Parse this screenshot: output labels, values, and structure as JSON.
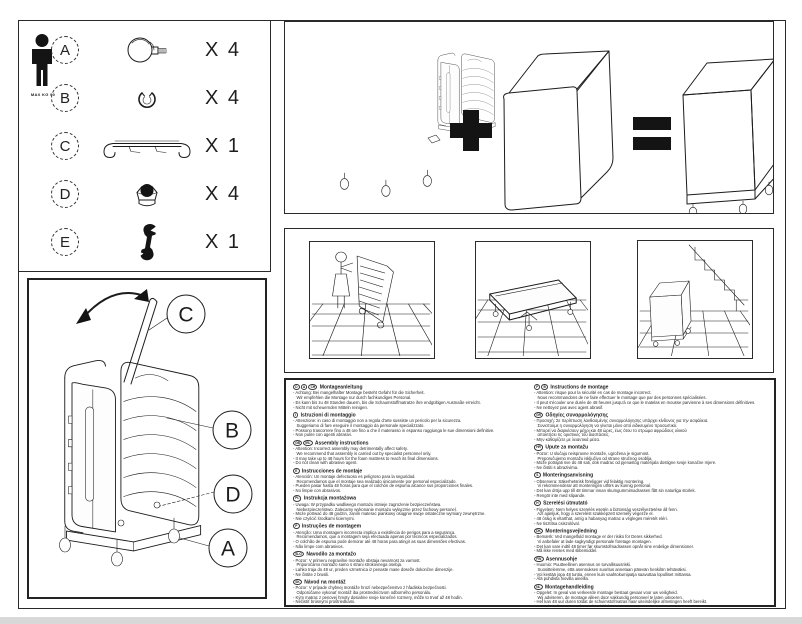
{
  "parts_panel": {
    "person_caption": "MAX KG 90",
    "rows": [
      {
        "letter": "A",
        "part": "caster-wheel",
        "qty": "X 4"
      },
      {
        "letter": "B",
        "part": "clip",
        "qty": "X 4"
      },
      {
        "letter": "C",
        "part": "crossbar",
        "qty": "X 1"
      },
      {
        "letter": "D",
        "part": "cap-nut",
        "qty": "X 4"
      },
      {
        "letter": "E",
        "part": "wrench",
        "qty": "X 1"
      }
    ]
  },
  "equation_panel": {
    "plus": "+",
    "equals": "="
  },
  "assembly_diagram": {
    "callouts": [
      "C",
      "B",
      "D",
      "A"
    ]
  },
  "instructions": {
    "columns": [
      [
        {
          "codes": [
            "D",
            "A",
            "CH"
          ],
          "title": "Montageanleitung",
          "lines": [
            "- Achtung: Bei mangelhafter Montage besteht Gefahr für die Sicherheit.",
            "   Wir empfehlen die Montage nur durch fachkundiges Personal.",
            "- Es kann bis zu 48 Stunden dauern, bis die Schaumstoffmatratze ihre endgültigen Ausmaße erreicht.",
            "- Nicht mit scheuernden Mitteln reinigen."
          ]
        },
        {
          "codes": [
            "I"
          ],
          "title": "Istruzioni di montaggio",
          "lines": [
            "- Attenzione: in caso di montaggio non a regola d'arte sussiste un pericolo per la sicurezza.",
            "   Suggeriamo di fare eseguire il montaggio da personale specializzato.",
            "- Possono trascorrere fino a 48 ore fino a che il materasso in espanso raggiunga le sue dimensioni definitive.",
            "- Non pulire con agenti abrasivi."
          ]
        },
        {
          "codes": [
            "GB",
            "IRL"
          ],
          "title": "Assembly instructions",
          "lines": [
            "- Attention: Incorrect assembly may detrimentally affect safety.",
            "   We recommend that assembly is carried out by specialist personnel only.",
            "- It may take up to 48 hours for the foam mattress to reach its final dimensions.",
            "- Do not clean with abrasive agent."
          ]
        },
        {
          "codes": [
            "E"
          ],
          "title": "Instrucciones de montaje",
          "lines": [
            "- Atención: Un montaje defectuoso es peligroso para la seguridad.",
            "   Recomendamos que el montaje sea realizado únicamente por personal especializado.",
            "- Pueden pasar hasta 48 horas para que el colchón de espuma alcance sus proporciones finales.",
            "- No limpie con abrasivos."
          ]
        },
        {
          "codes": [
            "PL"
          ],
          "title": "Instrukcja montażowa",
          "lines": [
            "- Uwaga: W przypadku wadliwego montażu istnieje zagrożenie bezpieczeństwa.",
            "   Niebezpieczeństwo. Zalecamy wykonanie montażu wyłącznie przez fachowy personel.",
            "- Może potrwać do 48 godzin, zanim materac piankowy osiągnie swoje ostateczne wymiary zewnętrzne.",
            "- Nie czyścić środkami ściernymi."
          ]
        },
        {
          "codes": [
            "P"
          ],
          "title": "Instruções de montagem",
          "lines": [
            "- Atenção: Uma montagem incorrecta implica a existência de perigos para a segurança.",
            "   Recomendamos, que a montagem seja efectuada apenas por técnicos especializados.",
            "- O colchão de espuma pode demorar até 48 horas para atingir as suas dimensões efectivas.",
            "- Não limpe com abrasivos."
          ]
        },
        {
          "codes": [
            "SLO"
          ],
          "title": "Navodilo za montažo",
          "lines": [
            "- Pozor: V primeru nepravilne montaže obstaja nevarnost za varnost.",
            "   Priporočamo montažo samo s strani strokovnega osebja.",
            "- Lahko traja do 48 ur, preden vzmetnica iz penaste mase doseže dokončne dimenzije.",
            "- Ne čistite z brusili."
          ]
        },
        {
          "codes": [
            "SK"
          ],
          "title": "Návod na montáž",
          "lines": [
            "- Pozor: V prípade chybnej montáže hrozí nebezpečenstvo z hľadiska bezpečnosti.",
            "   Odporúčame vykonať montáž iba prostredníctvom odborného personálu.",
            "- Kým matrac z penovej hmoty dosiahne svoje konečné rozmery, môže to trvať až 48 hodín.",
            "- Nečistiť brúsnymi prostriedkami."
          ]
        },
        {
          "codes": [
            "CZ"
          ],
          "title": "Montážní návod",
          "lines": [
            "- Pozor: Při chybné montáži existuje nebezpečí pro bezpečnost.",
            "   Doporučujeme montáž jen odborným personálem.",
            "- Může trvat až 48 hodin, než matrace z pěnové hmoty dosáhne konečných rozměrů.",
            "- Nečistit brusnými prostředky."
          ]
        }
      ],
      [
        {
          "codes": [
            "F",
            "B"
          ],
          "title": "Instructions de montage",
          "lines": [
            "- Attention: risque pour la sécurité en cas de montage incorrect.",
            "   Nous recommandons de ne faire effectuer le montage que par des personnes spécialisées.",
            "- Il peut s'écouler une durée de 48 heures jusqu'à ce que le matelas en mousse parvienne à ses dimensions définitives.",
            "- Ne nettoyez pas avec agent abrasif."
          ]
        },
        {
          "codes": [
            "GR"
          ],
          "title": "Οδηγίες συναρμολόγησης",
          "lines": [
            "- Προσοχή: Σε περίπτωση λανθασμένης συναρμολόγησης υπάρχει κίνδυνος για την ασφάλεια.",
            "   Συνιστούμε η συναρμολόγηση να γίνεται μόνο από ειδικευμένο προσωπικό.",
            "- Μπορεί να διαρκέσουν μέχρι και 48 ώρες, έως ότου το στρώμα αφρώδους υλικού",
            "   αποκτήσει τις οριστικές του διαστάσεις.",
            "- Μην καθαρίζετε με λειαντικά μέσα."
          ]
        },
        {
          "codes": [
            "HR"
          ],
          "title": "Upute za montažu",
          "lines": [
            "- Pozor: U slučaju neispravne montaže, ugrožena je sigurnost.",
            "   Preporučujemo montažu isključivo od strane stručnog osoblja.",
            "- Može potrajati sve do 48 sati, dok madrac od pjenastog materijala dostigne svoje konačne mjere.",
            "- Ne čistiti s abrazivima."
          ]
        },
        {
          "codes": [
            "S"
          ],
          "title": "Monteringsanvisning",
          "lines": [
            "- Observera: Säkerhetsrisk föreligger vid felaktig montering.",
            "   Vi rekommenderar att monteringen utförs av kunnig personal.",
            "- Det kan dröja upp till 48 timmar innan skumgummimadrassen fått sin naturliga storlek.",
            "- Rengör inte med slipande."
          ]
        },
        {
          "codes": [
            "H"
          ],
          "title": "Szerelési útmutató",
          "lines": [
            "- Figyelem: Nem helyes szerelés esetén a biztonság veszélyeztetése áll fenn.",
            "   Azt ajánljuk, hogy a szerelést szakképzett személy végezze el.",
            "- 48 óráig is eltarthat, amíg a habanyag matrac a végleges méretét eléri.",
            "- Ne tisztítsa csiszolóval."
          ]
        },
        {
          "codes": [
            "DK"
          ],
          "title": "Monteringsvejledning",
          "lines": [
            "- Bemærk: Ved mangelfuld montage er der risiko for Deres sikkerhed.",
            "   Vi anbefaler at lade sagkyndigt personale foretage montagen.",
            "- Det kan vare indtil 48 timer før skumstofmadrassen opnår sine endelige dimensioner.",
            "- Må ikke renses med slibemiddel."
          ]
        },
        {
          "codes": [
            "FIN"
          ],
          "title": "Asennusohje",
          "lines": [
            "- Huomio: Puutteellinen asennus on turvallisuusriski.",
            "   Suosittelemme, että asennuksen suoritus annetaan pätevän henkilön tehtäväksi.",
            "- Voi kestää jopa 48 tuntia, ennen kuin vaahtokumipatja saavuttaa lopulliset mittansa.",
            "- Älä puhdista hiovilla aineilla."
          ]
        },
        {
          "codes": [
            "NL"
          ],
          "title": "Montagehandleiding",
          "lines": [
            "- Opgelet: In geval van verkeerde montage bestaat gevaar voor uw veiligheid.",
            "   Wij adviseren, de montage alleen door vakkundig personeel te laten uitvoeren.",
            "- Het kan 48 uur duren totdat de schuimstofmatras haar uiteindelijke afmetingen heeft bereikt.",
            "- Doe niet schoon met schurende middelen."
          ]
        }
      ]
    ]
  }
}
